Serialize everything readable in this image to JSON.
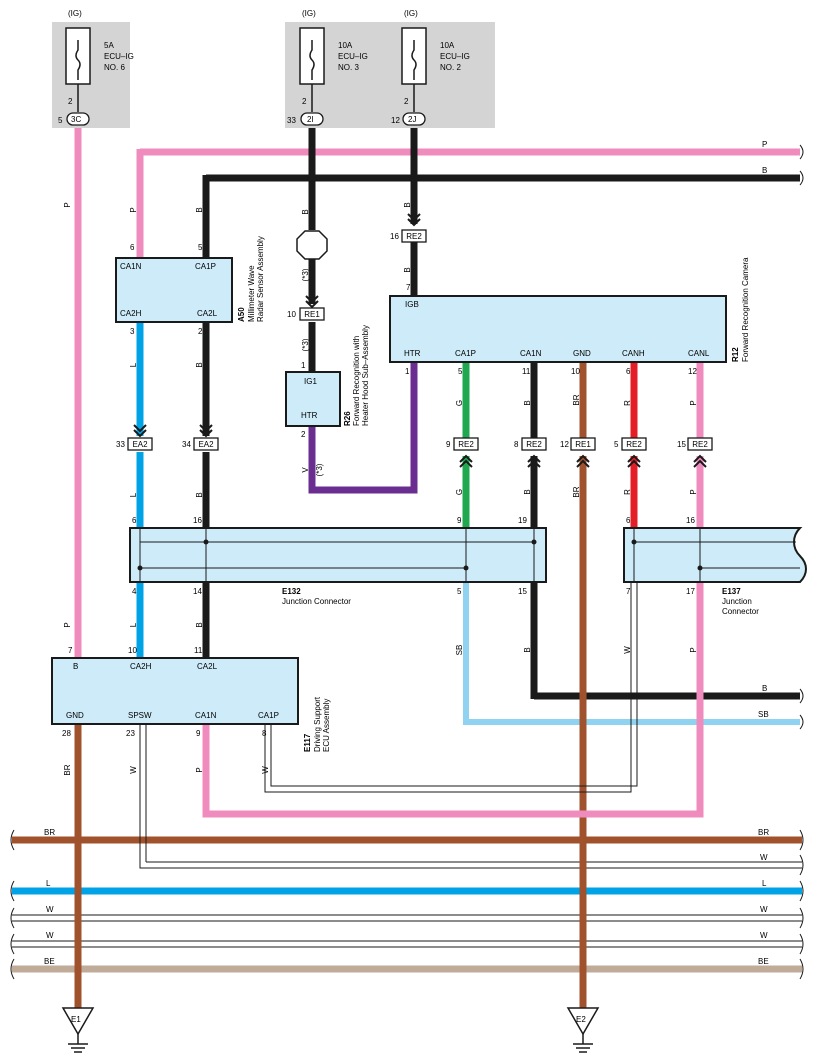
{
  "fuses": [
    {
      "id": "f6",
      "supply": "(IG)",
      "rating": "5A",
      "name1": "ECU–IG",
      "name2": "NO. 6",
      "pin_in": "2",
      "pin_out": "5",
      "connector": "3C"
    },
    {
      "id": "f3",
      "supply": "(IG)",
      "rating": "10A",
      "name1": "ECU–IG",
      "name2": "NO. 3",
      "pin_in": "2",
      "pin_out": "33",
      "connector": "2I"
    },
    {
      "id": "f2",
      "supply": "(IG)",
      "rating": "10A",
      "name1": "ECU–IG",
      "name2": "NO. 2",
      "pin_in": "2",
      "pin_out": "12",
      "connector": "2J"
    }
  ],
  "components": {
    "a50": {
      "code": "A50",
      "name1": "Millimeter Wave",
      "name2": "Radar Sensor Assembly",
      "pins": [
        "CA1N",
        "CA1P",
        "CA2H",
        "CA2L"
      ],
      "pin_numbers": [
        "6",
        "5",
        "3",
        "2"
      ]
    },
    "r26": {
      "code": "R26",
      "name1": "Forward Recognition with",
      "name2": "Heater Hood Sub–Assembly",
      "pins": [
        "IG1",
        "HTR"
      ],
      "pin_numbers": [
        "1",
        "2"
      ]
    },
    "r12": {
      "code": "R12",
      "name1": "Forward Recognition Camera",
      "pins": [
        "IGB",
        "HTR",
        "CA1P",
        "CA1N",
        "GND",
        "CANH",
        "CANL"
      ],
      "pin_numbers": [
        "7",
        "1",
        "5",
        "11",
        "10",
        "6",
        "12"
      ]
    },
    "e132": {
      "code": "E132",
      "name1": "Junction Connector",
      "pins_top": [
        "6",
        "16",
        "9",
        "19"
      ],
      "pins_bottom": [
        "4",
        "14",
        "5",
        "15"
      ]
    },
    "e137": {
      "code": "E137",
      "name1": "Junction",
      "name2": "Connector",
      "pins_top": [
        "6",
        "16"
      ],
      "pins_bottom": [
        "7",
        "17"
      ]
    },
    "e117": {
      "code": "E117",
      "name1": "Driving Support",
      "name2": "ECU Assembly",
      "pins": [
        "B",
        "CA2H",
        "CA2L",
        "GND",
        "SPSW",
        "CA1N",
        "CA1P"
      ],
      "pin_numbers": [
        "7",
        "10",
        "11",
        "28",
        "23",
        "9",
        "8"
      ]
    }
  },
  "connectors": [
    {
      "pin": "16",
      "name": "RE2"
    },
    {
      "pin": "10",
      "name": "RE1"
    },
    {
      "pin": "33",
      "name": "EA2"
    },
    {
      "pin": "34",
      "name": "EA2"
    },
    {
      "pin": "9",
      "name": "RE2"
    },
    {
      "pin": "8",
      "name": "RE2"
    },
    {
      "pin": "12",
      "name": "RE1"
    },
    {
      "pin": "5",
      "name": "RE2"
    },
    {
      "pin": "15",
      "name": "RE2"
    }
  ],
  "wire_colors": {
    "P": "P",
    "B": "B",
    "L": "L",
    "V": "V",
    "G": "G",
    "BR": "BR",
    "R": "R",
    "SB": "SB",
    "W": "W",
    "BE": "BE"
  },
  "notes": {
    "star3": "(*3)"
  },
  "grounds": [
    "E1",
    "E2"
  ],
  "colors": {
    "pink": "#f08bbd",
    "black": "#1a1a1a",
    "blue": "#00a3e6",
    "purple": "#6a2d90",
    "green": "#1fa84f",
    "brown": "#a0522d",
    "red": "#e41e26",
    "sky": "#8fd3f0",
    "beige": "#c0ab98",
    "component_fill": "#cdebf8",
    "fuse_bg": "#d4d4d4"
  }
}
